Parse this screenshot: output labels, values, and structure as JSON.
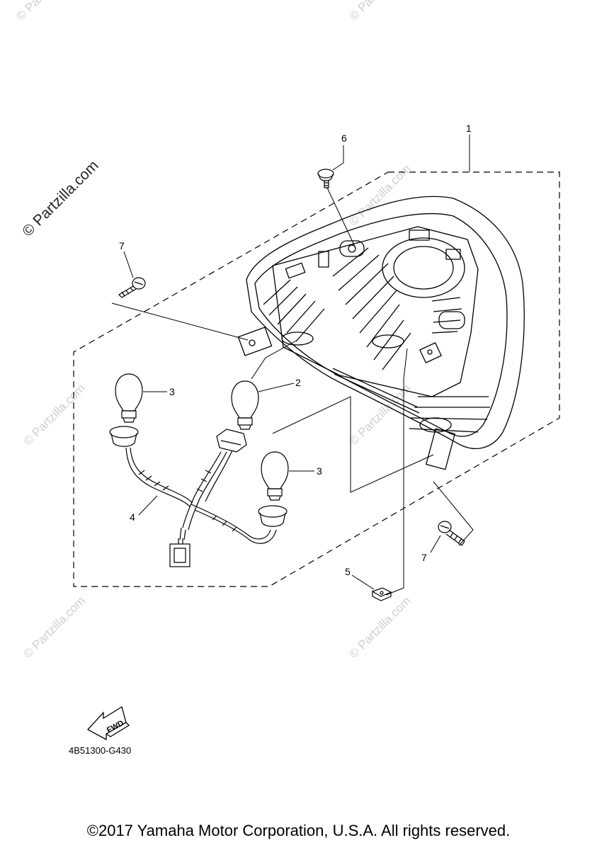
{
  "watermarks": {
    "main": "© Partzilla.com",
    "faint": "© Partzilla.com"
  },
  "callouts": {
    "c1": "1",
    "c2": "2",
    "c3a": "3",
    "c3b": "3",
    "c4": "4",
    "c5": "5",
    "c6": "6",
    "c7a": "7",
    "c7b": "7"
  },
  "fwd_label": "FWD",
  "diagram_code": "4B51300-G430",
  "copyright": "©2017 Yamaha Motor Corporation, U.S.A. All rights reserved."
}
